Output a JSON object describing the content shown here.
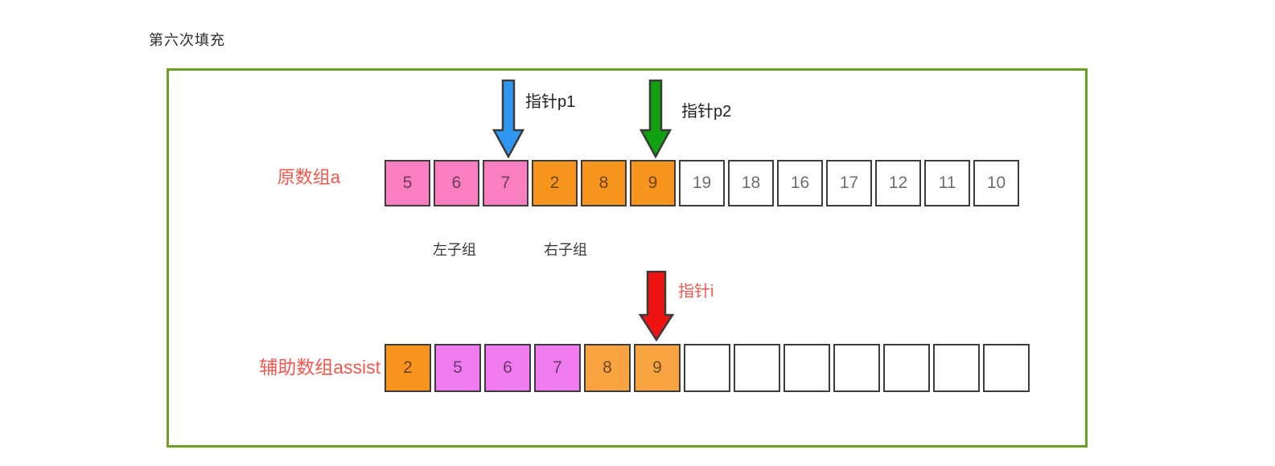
{
  "title": "第六次填充",
  "colors": {
    "box_border": "#6aa028",
    "pink": "#fa7ec0",
    "orange": "#f7941e",
    "violet": "#f07bf0",
    "light_orange": "#f9a443",
    "white": "#ffffff",
    "blue_arrow": "#2f97f2",
    "green_arrow": "#10a010",
    "red_arrow": "#ee1411",
    "label_red": "#f4574d"
  },
  "pointers": {
    "p1_label": "指针p1",
    "p2_label": "指针p2",
    "i_label": "指针i"
  },
  "array_a": {
    "label": "原数组a",
    "cells": [
      {
        "value": "5",
        "color": "pink"
      },
      {
        "value": "6",
        "color": "pink"
      },
      {
        "value": "7",
        "color": "pink"
      },
      {
        "value": "2",
        "color": "orange"
      },
      {
        "value": "8",
        "color": "orange"
      },
      {
        "value": "9",
        "color": "orange"
      },
      {
        "value": "19",
        "color": "white"
      },
      {
        "value": "18",
        "color": "white"
      },
      {
        "value": "16",
        "color": "white"
      },
      {
        "value": "17",
        "color": "white"
      },
      {
        "value": "12",
        "color": "white"
      },
      {
        "value": "11",
        "color": "white"
      },
      {
        "value": "10",
        "color": "white"
      }
    ]
  },
  "subgroups": {
    "left": "左子组",
    "right": "右子组"
  },
  "assist": {
    "label": "辅助数组assist",
    "cells": [
      {
        "value": "2",
        "color": "orange"
      },
      {
        "value": "5",
        "color": "violet"
      },
      {
        "value": "6",
        "color": "violet"
      },
      {
        "value": "7",
        "color": "violet"
      },
      {
        "value": "8",
        "color": "light_orange"
      },
      {
        "value": "9",
        "color": "light_orange"
      },
      {
        "value": "",
        "color": "white"
      },
      {
        "value": "",
        "color": "white"
      },
      {
        "value": "",
        "color": "white"
      },
      {
        "value": "",
        "color": "white"
      },
      {
        "value": "",
        "color": "white"
      },
      {
        "value": "",
        "color": "white"
      },
      {
        "value": "",
        "color": "white"
      }
    ]
  }
}
